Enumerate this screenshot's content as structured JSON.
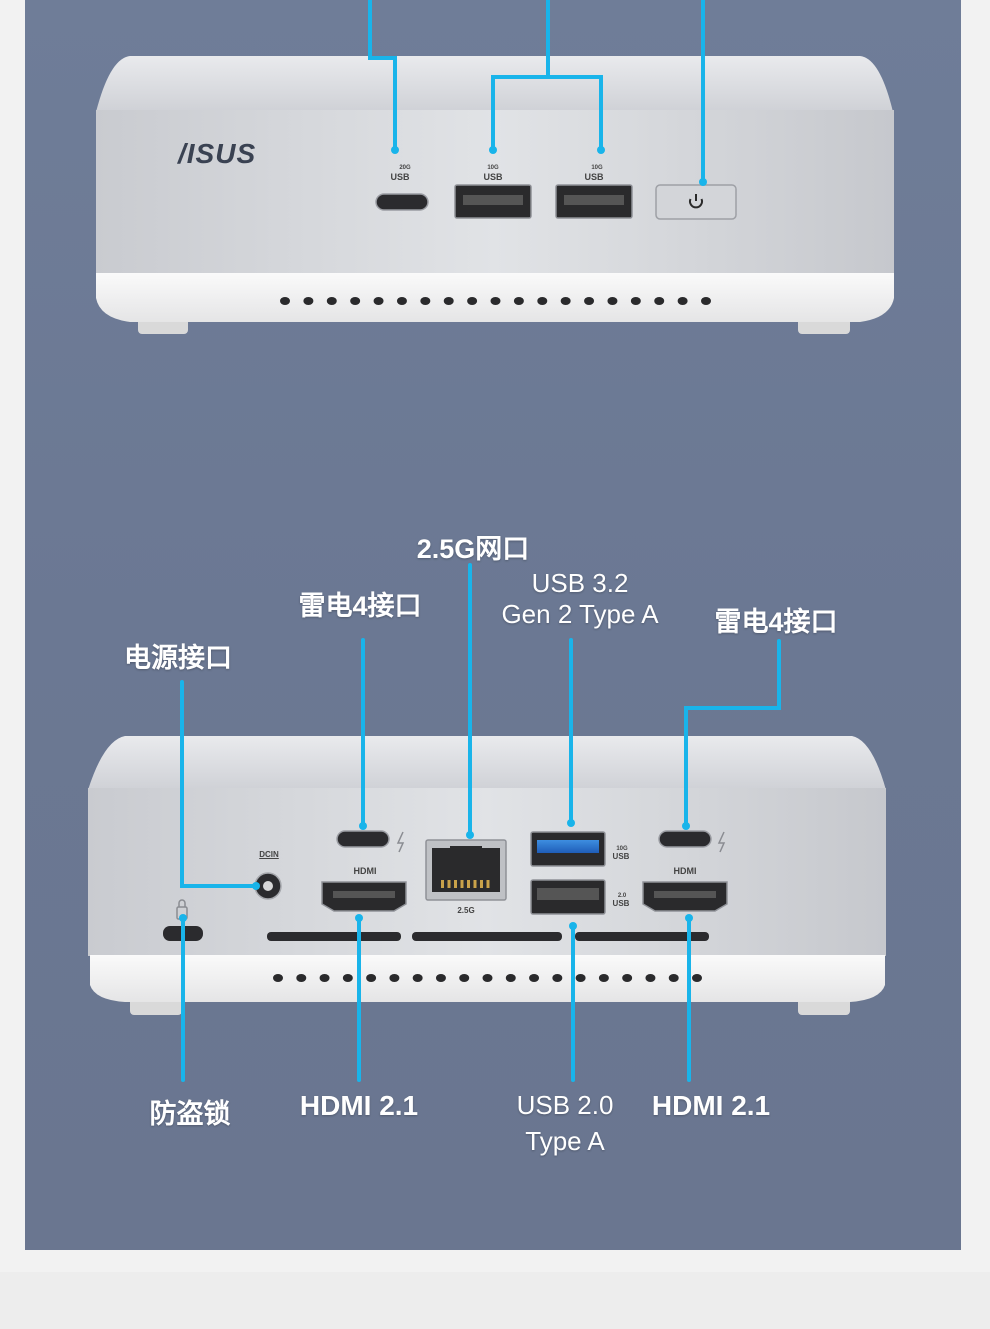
{
  "brand": {
    "logo": "/ISUS"
  },
  "front": {
    "usbc_speed": "20G",
    "usbc_label": "USB",
    "usba1_speed": "10G",
    "usba1_label": "USB",
    "usba2_speed": "10G",
    "usba2_label": "USB"
  },
  "rear": {
    "dcin_label": "DCIN",
    "hdmi_port_label_left": "HDMI",
    "hdmi_port_label_right": "HDMI",
    "lan_port_label": "2.5G",
    "usb_top_speed": "10G",
    "usb_top_label": "USB",
    "usb_bottom_speed": "2.0",
    "usb_bottom_label": "USB"
  },
  "labels": {
    "lan": "2.5G网口",
    "thunderbolt_left": "雷电4接口",
    "usb32_line1": "USB 3.2",
    "usb32_line2": "Gen 2 Type A",
    "thunderbolt_right": "雷电4接口",
    "power": "电源接口",
    "lock": "防盗锁",
    "hdmi_left": "HDMI 2.1",
    "usb20_line1": "USB 2.0",
    "usb20_line2": "Type A",
    "hdmi_right": "HDMI 2.1"
  },
  "colors": {
    "background": "#6f7d98",
    "callout_line": "#19b4ea",
    "device_silver": "#d8dade",
    "device_white": "#f4f4f4"
  }
}
